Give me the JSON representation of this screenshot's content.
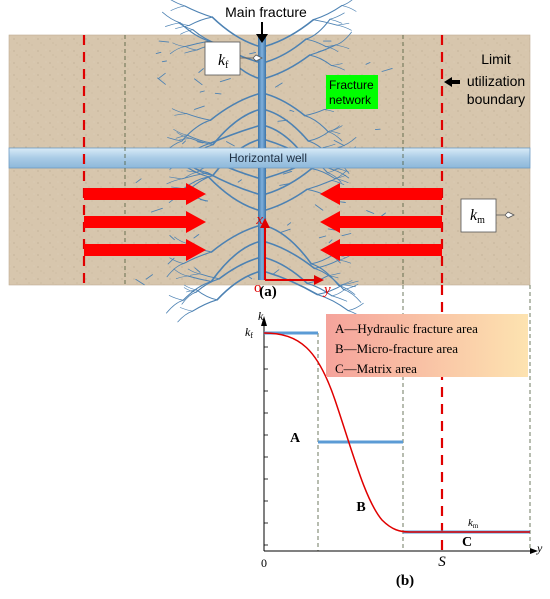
{
  "panel_a": {
    "main_fracture_label": "Main fracture",
    "kf_label": {
      "symbol": "k",
      "subscript": "f"
    },
    "fracture_network_label": [
      "Fracture",
      "network"
    ],
    "limit_boundary_label": [
      "Limit",
      "utilization",
      "boundary"
    ],
    "horizontal_well_label": "Horizontal well",
    "km_label": {
      "symbol": "k",
      "subscript": "m"
    },
    "axis_origin": "o",
    "axis_x": "x",
    "axis_y": "y",
    "caption": "(a)"
  },
  "panel_b": {
    "axis_k": "k",
    "axis_y": "y",
    "origin": "0",
    "kf_tick": {
      "symbol": "k",
      "subscript": "f"
    },
    "km_label": {
      "symbol": "k",
      "subscript": "m"
    },
    "s_label": "S",
    "region_a": "A",
    "region_b": "B",
    "region_c": "C",
    "legend": [
      "A—Hydraulic fracture area",
      "B—Micro-fracture area",
      "C—Matrix area"
    ],
    "caption": "(b)"
  },
  "colors": {
    "rock": "#d7c6ad",
    "well": "#a9cbe6",
    "fracture": "#4d82b3",
    "arrow": "#ff0000",
    "boundary": "#e00000",
    "step_line": "#5b9bd5",
    "green_label": "#00ff00",
    "legend_gradient_left": "#f5a39b",
    "legend_gradient_right": "#fde3b0"
  }
}
